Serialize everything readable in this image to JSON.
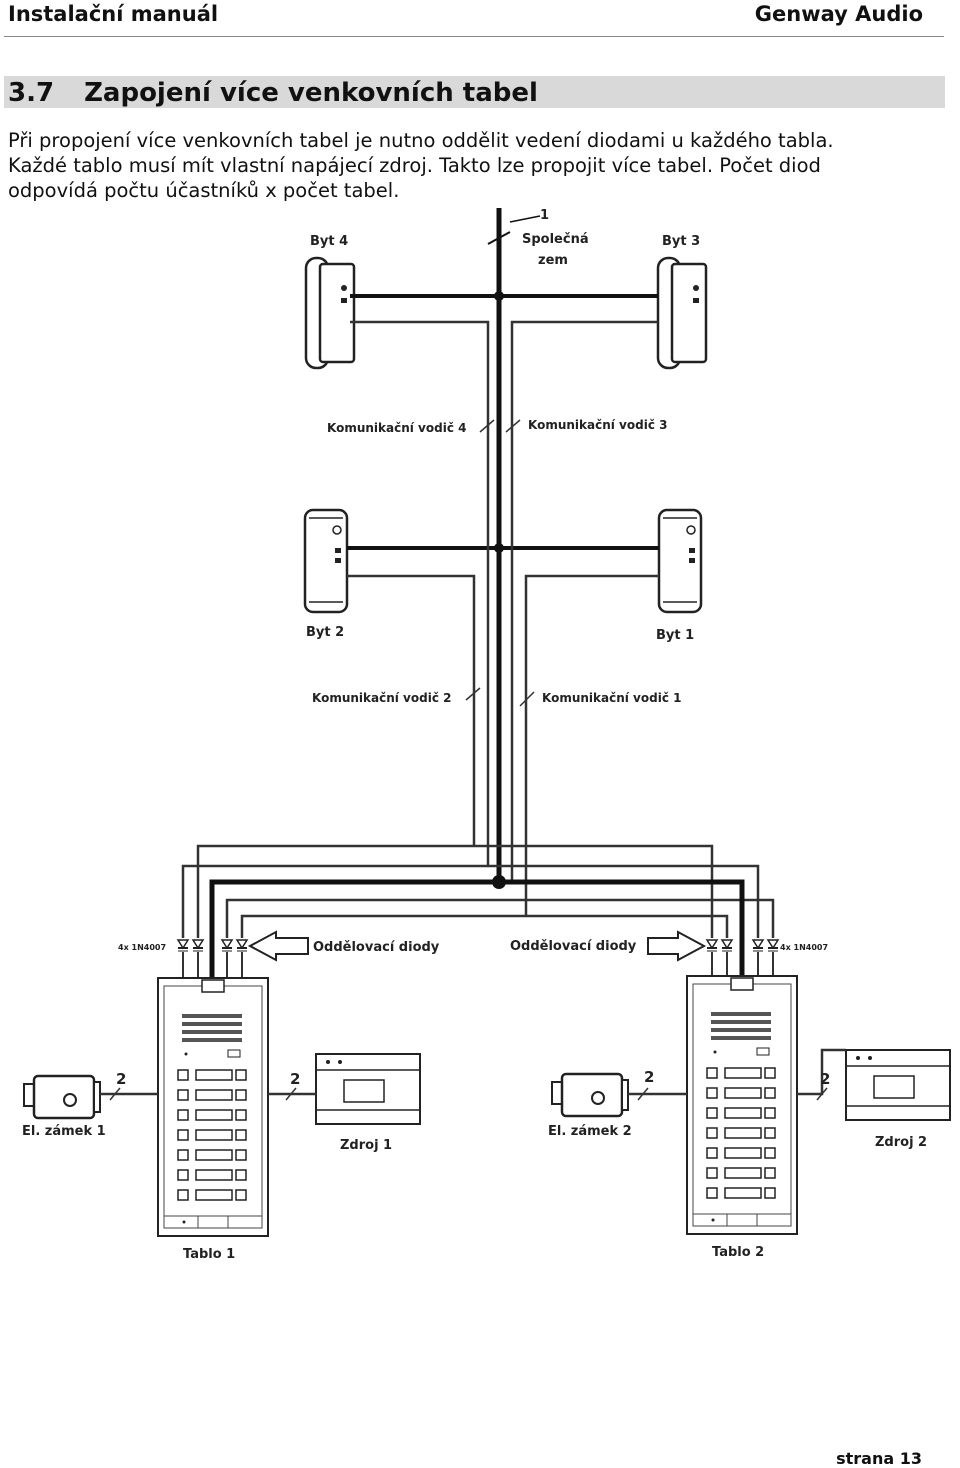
{
  "header": {
    "left": "Instalační manuál",
    "right": "Genway Audio"
  },
  "section": {
    "number": "3.7",
    "title": "Zapojení více venkovních tabel"
  },
  "intro": [
    "Při propojení více venkovních tabel je nutno oddělit vedení diodami u každého tabla.",
    "Každé tablo musí mít vlastní napájecí zdroj. Takto lze propojit více tabel. Počet diod",
    "odpovídá počtu účastníků x počet tabel."
  ],
  "diagram": {
    "common_ground_num": "1",
    "common_ground_line1": "Společná",
    "common_ground_line2": "zem",
    "byt4": "Byt 4",
    "byt3": "Byt 3",
    "byt2": "Byt 2",
    "byt1": "Byt 1",
    "kv4": "Komunikační vodič 4",
    "kv3": "Komunikační vodič 3",
    "kv2": "Komunikační vodič 2",
    "kv1": "Komunikační vodič 1",
    "diode_spec_left": "4x 1N4007",
    "diode_spec_right": "4x 1N4007",
    "diodes_left": "Oddělovací diody",
    "diodes_right": "Oddělovací diody",
    "lock1": "El. zámek 1",
    "lock2": "El. zámek 2",
    "psu1": "Zdroj 1",
    "psu2": "Zdroj 2",
    "panel1": "Tablo 1",
    "panel2": "Tablo 2",
    "wire_count": "2"
  },
  "footer": {
    "page": "strana 13"
  }
}
